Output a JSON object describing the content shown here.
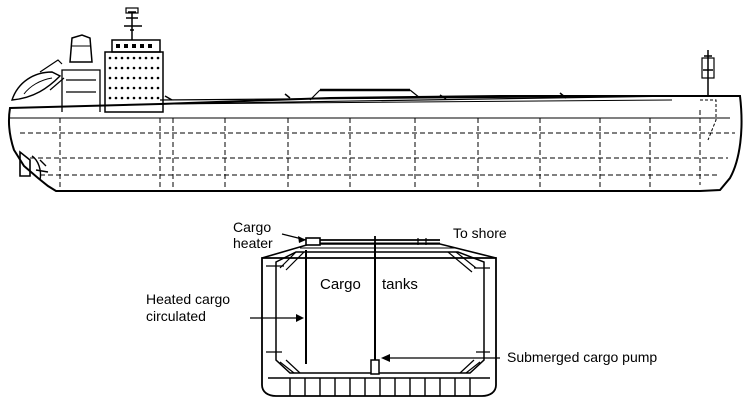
{
  "labels": {
    "cargo_heater_line1": "Cargo",
    "cargo_heater_line2": "heater",
    "to_shore": "To shore",
    "cargo": "Cargo",
    "tanks": "tanks",
    "heated_cargo_line1": "Heated cargo",
    "heated_cargo_line2": "circulated",
    "submerged_pump": "Submerged cargo pump"
  }
}
